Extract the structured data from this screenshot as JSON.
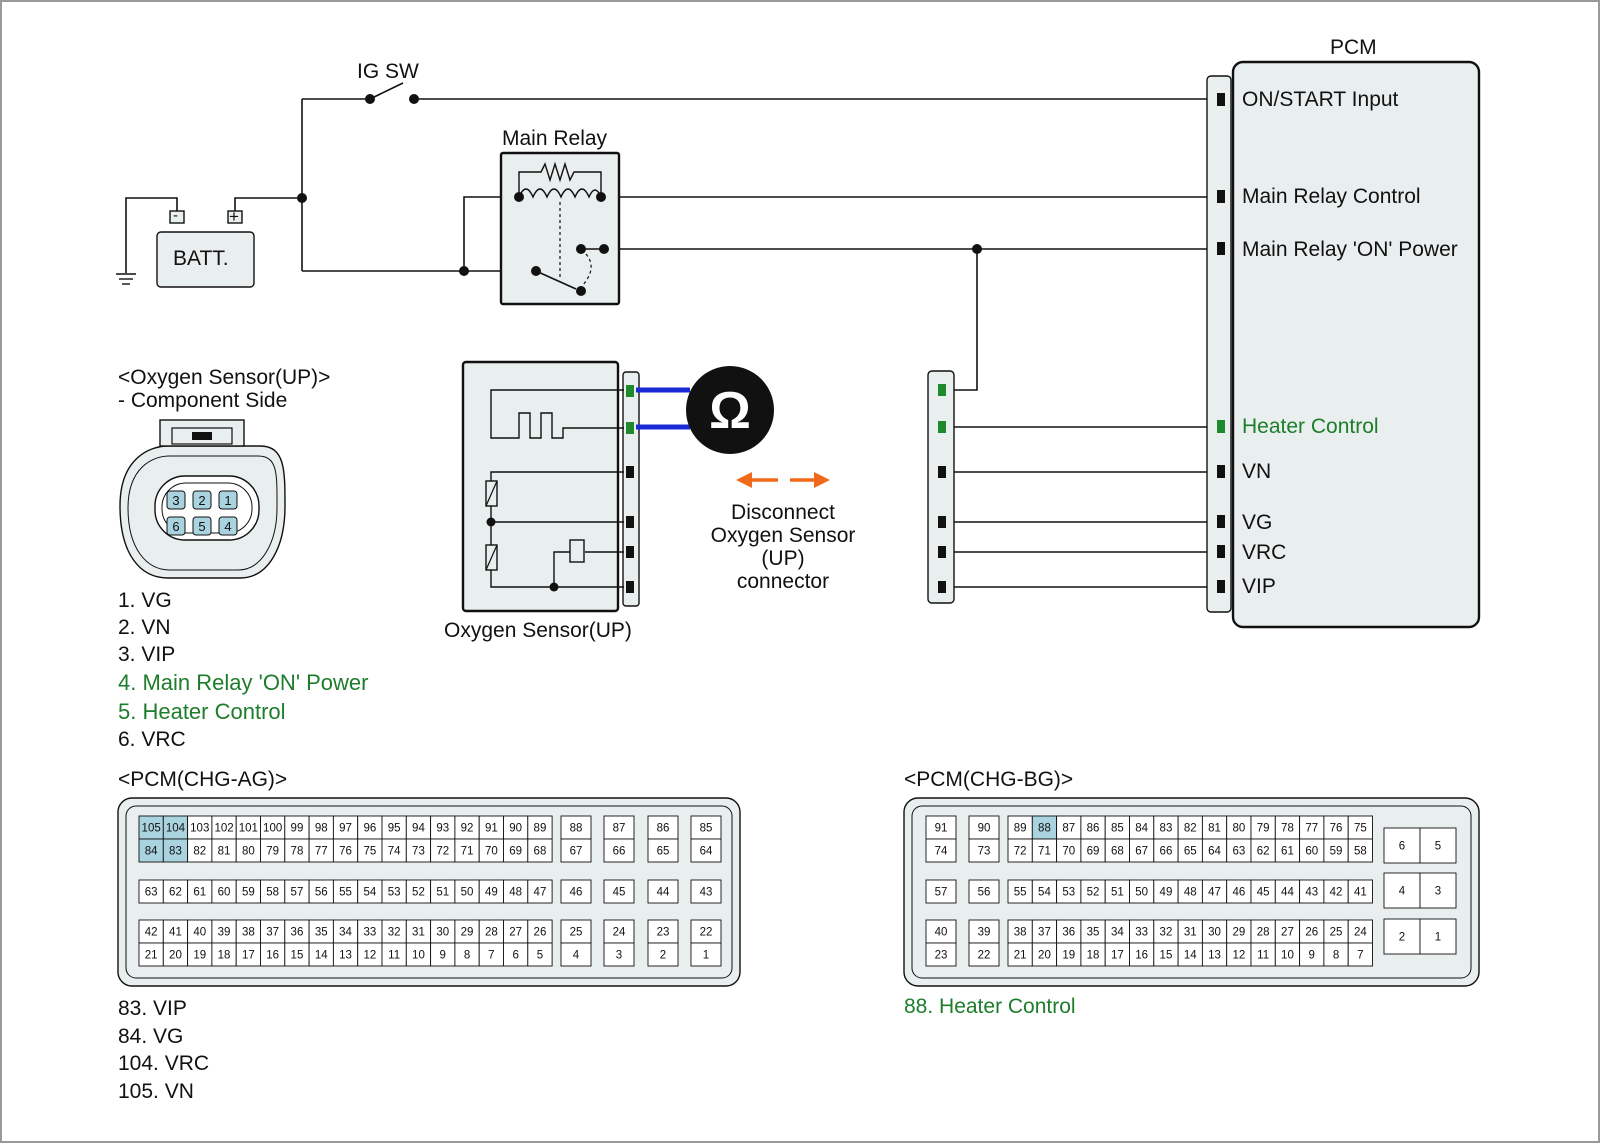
{
  "switch": {
    "label": "IG SW"
  },
  "relay": {
    "label": "Main Relay"
  },
  "battery": {
    "label": "BATT.",
    "minus": "-",
    "plus": "+"
  },
  "pcm": {
    "title": "PCM",
    "pins": {
      "on_start": "ON/START Input",
      "relay_control": "Main Relay Control",
      "relay_on_power": "Main Relay 'ON' Power",
      "heater_control": "Heater Control",
      "vn": "VN",
      "vg": "VG",
      "vrc": "VRC",
      "vip": "VIP"
    }
  },
  "sensor": {
    "label": "Oxygen Sensor(UP)",
    "ohm_symbol": "Ω",
    "instruction": [
      "Disconnect",
      "Oxygen Sensor",
      "(UP)",
      "connector"
    ]
  },
  "sensor_connector": {
    "title": "<Oxygen Sensor(UP)>",
    "subtitle": "- Component Side",
    "pin_numbers": [
      "3",
      "2",
      "1",
      "6",
      "5",
      "4"
    ],
    "pins": [
      {
        "text": "1. VG",
        "highlight": false
      },
      {
        "text": "2. VN",
        "highlight": false
      },
      {
        "text": "3. VIP",
        "highlight": false
      },
      {
        "text": "4. Main Relay 'ON' Power",
        "highlight": true
      },
      {
        "text": "5. Heater Control",
        "highlight": true
      },
      {
        "text": "6. VRC",
        "highlight": false
      }
    ]
  },
  "pcm_ag": {
    "title": "<PCM(CHG-AG)>",
    "highlighted": [
      "105",
      "104",
      "84",
      "83"
    ],
    "pins": [
      {
        "text": "83. VIP"
      },
      {
        "text": "84. VG"
      },
      {
        "text": "104. VRC"
      },
      {
        "text": "105. VN"
      }
    ]
  },
  "pcm_bg": {
    "title": "<PCM(CHG-BG)>",
    "highlighted": [
      "88"
    ],
    "pins": [
      {
        "text": "88. Heater Control"
      }
    ]
  },
  "colors": {
    "wire": "#111111",
    "highlight_text": "#1e7d2b",
    "highlight_cell": "#a9d3de",
    "meter_lead": "#1a2bd6",
    "arrow": "#ef6a1a",
    "panel_fill": "#e9eeee",
    "pin_green": "#1f8a2c"
  }
}
